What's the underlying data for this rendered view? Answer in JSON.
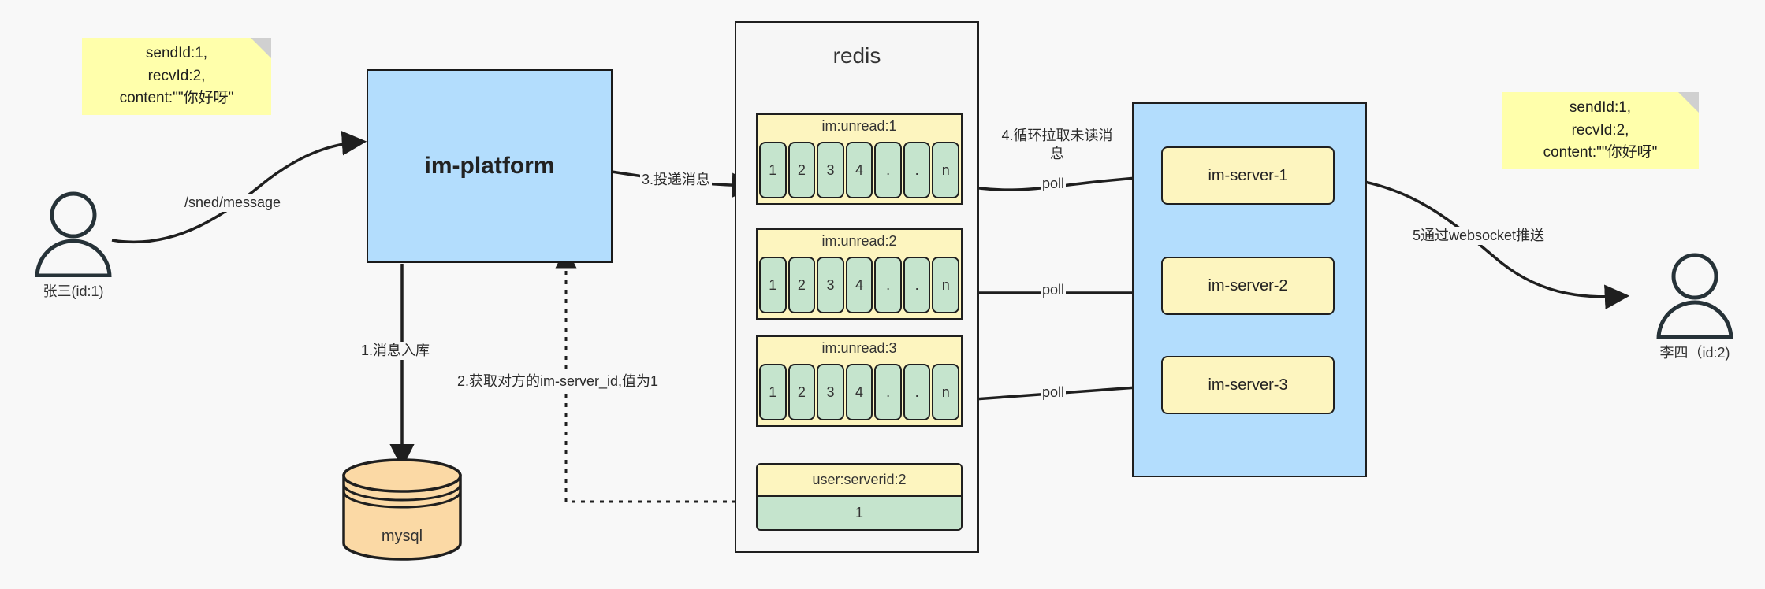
{
  "diagram": {
    "title": "IM message delivery architecture",
    "colors": {
      "note_yellow": "#ffffab",
      "process_blue": "#b3ddfd",
      "list_yellow": "#fdf5bf",
      "cell_green": "#c5e4cd",
      "db_orange": "#fbd9a5",
      "stroke": "#1f1f1f",
      "background": "#f8f8f8"
    }
  },
  "notes": {
    "left": "sendId:1,\nrecvId:2,\ncontent:\"\"你好呀\"",
    "right": "sendId:1,\nrecvId:2,\ncontent:\"\"你好呀\""
  },
  "actors": {
    "sender": {
      "label": "张三(id:1)"
    },
    "receiver": {
      "label": "李四（id:2)"
    }
  },
  "platform": {
    "label": "im-platform"
  },
  "database": {
    "label": "mysql"
  },
  "redis": {
    "title": "redis",
    "lists": [
      {
        "key": "im:unread:1",
        "cells": [
          "1",
          "2",
          "3",
          "4",
          ".",
          ".",
          "n"
        ]
      },
      {
        "key": "im:unread:2",
        "cells": [
          "1",
          "2",
          "3",
          "4",
          ".",
          ".",
          "n"
        ]
      },
      {
        "key": "im:unread:3",
        "cells": [
          "1",
          "2",
          "3",
          "4",
          ".",
          ".",
          "n"
        ]
      }
    ],
    "kv": {
      "key": "user:serverid:2",
      "value": "1"
    }
  },
  "servers": {
    "items": [
      {
        "label": "im-server-1"
      },
      {
        "label": "im-server-2"
      },
      {
        "label": "im-server-3"
      }
    ]
  },
  "edges": {
    "send_message": "/sned/message",
    "step1": "1.消息入库",
    "step2": "2.获取对方的im-server_id,值为1",
    "step3": "3.投递消息",
    "step4": "4.循环拉取未读消\n息",
    "step5": "5通过websocket推送",
    "poll1": "poll",
    "poll2": "poll",
    "poll3": "poll"
  }
}
